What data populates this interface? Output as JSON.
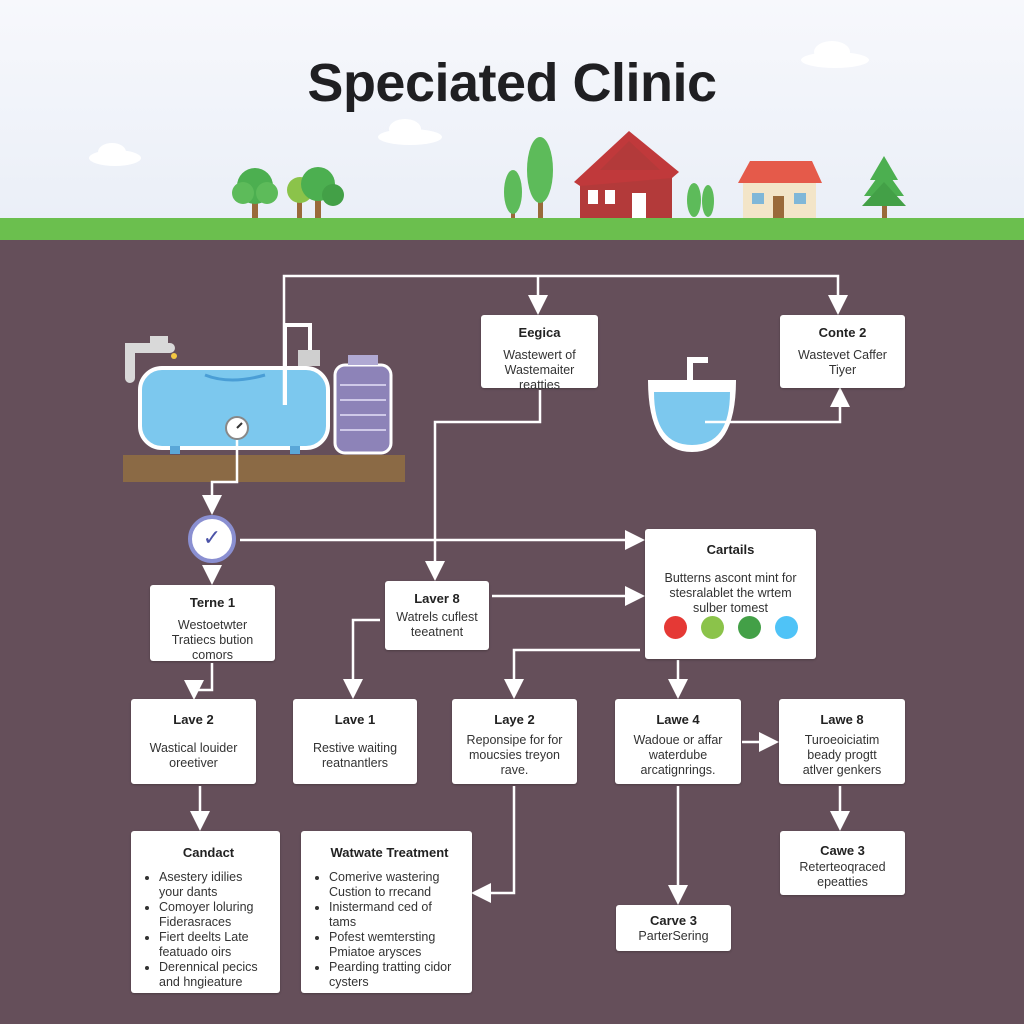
{
  "title": "Speciated Clinic",
  "colors": {
    "background": "#654f5a",
    "grass": "#6bbf4e",
    "arrow": "#ffffff",
    "water": "#7cc8ee",
    "dots": [
      "#e53935",
      "#8bc34a",
      "#43a047",
      "#4fc3f7"
    ]
  },
  "icons": {
    "check": "✓"
  },
  "boxes": {
    "eggica": {
      "title": "Eegica",
      "desc": [
        "Wastewert of",
        "Wastemaiter",
        "reatties"
      ]
    },
    "conte2": {
      "title": "Conte 2",
      "desc": [
        "Wastevet Caffer",
        "Tiyer"
      ]
    },
    "cartails": {
      "title": "Cartails",
      "desc": [
        "Butterns ascont mint for",
        "stesralablet the wrtem",
        "sulber tomest"
      ]
    },
    "terne1": {
      "title": "Terne 1",
      "desc": [
        "Westoetwter",
        "Tratiecs bution",
        "comors"
      ]
    },
    "laver8": {
      "title": "Laver 8",
      "desc": [
        "Watrels cuflest",
        "teeatnent"
      ]
    },
    "lave2a": {
      "title": "Lave 2",
      "desc": [
        "Wastical louider",
        "oreetiver"
      ]
    },
    "lave1": {
      "title": "Lave 1",
      "desc": [
        "Restive waiting",
        "reatnantlers"
      ]
    },
    "laye2": {
      "title": "Laye 2",
      "desc": [
        "Reponsipe for for",
        "moucsies treyon",
        "rave."
      ]
    },
    "lawe4": {
      "title": "Lawe 4",
      "desc": [
        "Wadoue or affar",
        "waterdube",
        "arcatignrings."
      ]
    },
    "lawe8": {
      "title": "Lawe 8",
      "desc": [
        "Turoeoiciatim",
        "beady progtt",
        "atlver genkers"
      ]
    },
    "candact": {
      "title": "Candact",
      "items": [
        "Asestery idilies your dants",
        "Comoyer loluring Fiderasraces",
        "Fiert deelts Late featuado oirs",
        "Derennical pecics and hngieature"
      ]
    },
    "watwate": {
      "title": "Watwate Treatment",
      "items": [
        "Comerive wastering Custion to rrecand",
        "Inistermand ced of tams",
        "Pofest wemtersting Pmiatoe arysces",
        "Pearding tratting cidor cysters"
      ]
    },
    "cawe3": {
      "title": "Cawe 3",
      "desc": [
        "Reterteoqraced",
        "epeatties"
      ]
    },
    "carve3": {
      "title": "Carve 3",
      "desc": [
        "ParterSering"
      ]
    }
  }
}
